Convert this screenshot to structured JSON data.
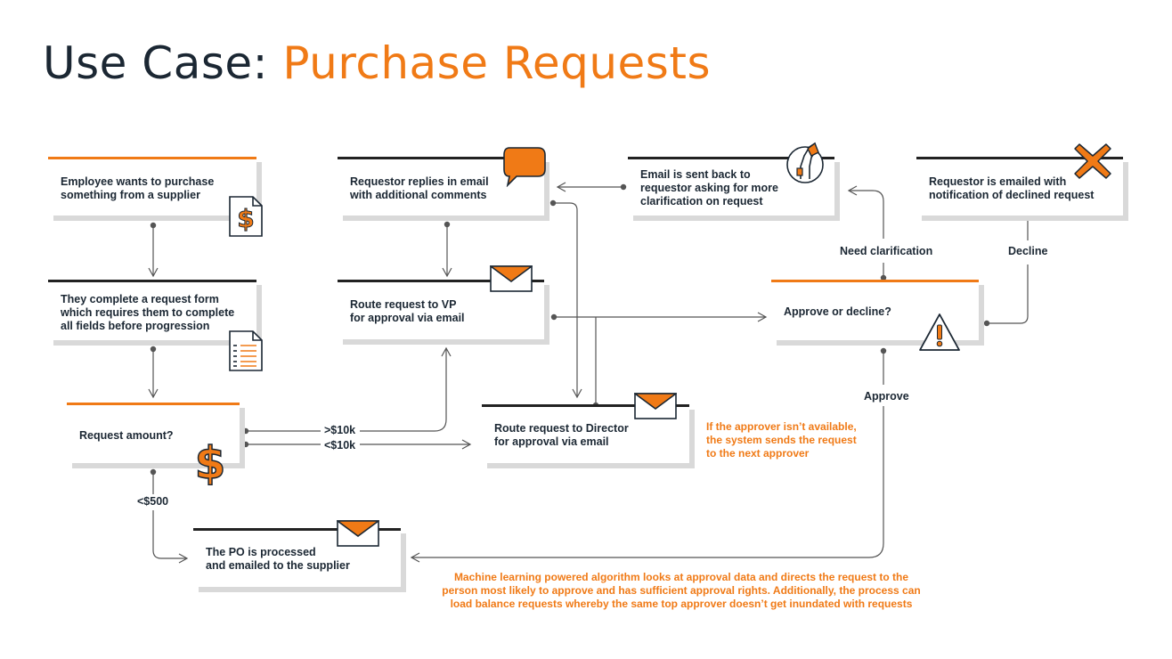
{
  "title": {
    "prefix": "Use Case: ",
    "highlight": "Purchase Requests"
  },
  "colors": {
    "accent": "#f07a16",
    "text": "#1b2733",
    "line": "#555555"
  },
  "boxes": {
    "employee": "Employee wants to purchase\nsomething from a supplier",
    "form": "They complete a request form\nwhich requires them to complete\nall fields before progression",
    "amount": "Request amount?",
    "po": "The PO is processed\nand emailed to the supplier",
    "replies": "Requestor replies in email\nwith additional comments",
    "vp": "Route request to VP\nfor approval via email",
    "director": "Route request to Director\nfor approval via email",
    "clarify": "Email is sent back to\nrequestor asking for more\nclarification on request",
    "approve": "Approve or decline?",
    "declined": "Requestor is emailed with\nnotification of declined request"
  },
  "labels": {
    "gt10k": ">$10k",
    "lt10k": "<$10k",
    "lt500": "<$500",
    "need_clarification": "Need clarification",
    "decline": "Decline",
    "approve": "Approve"
  },
  "notes": {
    "unavailable": "If the approver isn’t available,\nthe system sends the request\nto the next approver",
    "ml": "Machine learning powered algorithm looks at approval data and directs the request to the\nperson most likely to approve and has sufficient approval rights. Additionally, the process can\nload balance requests whereby the same top approver doesn’t get inundated with requests"
  },
  "icons": [
    "dollar-document-icon",
    "form-document-icon",
    "dollar-sign-icon",
    "email-envelope-icon",
    "speech-bubble-icon",
    "raised-hand-icon",
    "warning-triangle-icon",
    "close-x-icon"
  ]
}
